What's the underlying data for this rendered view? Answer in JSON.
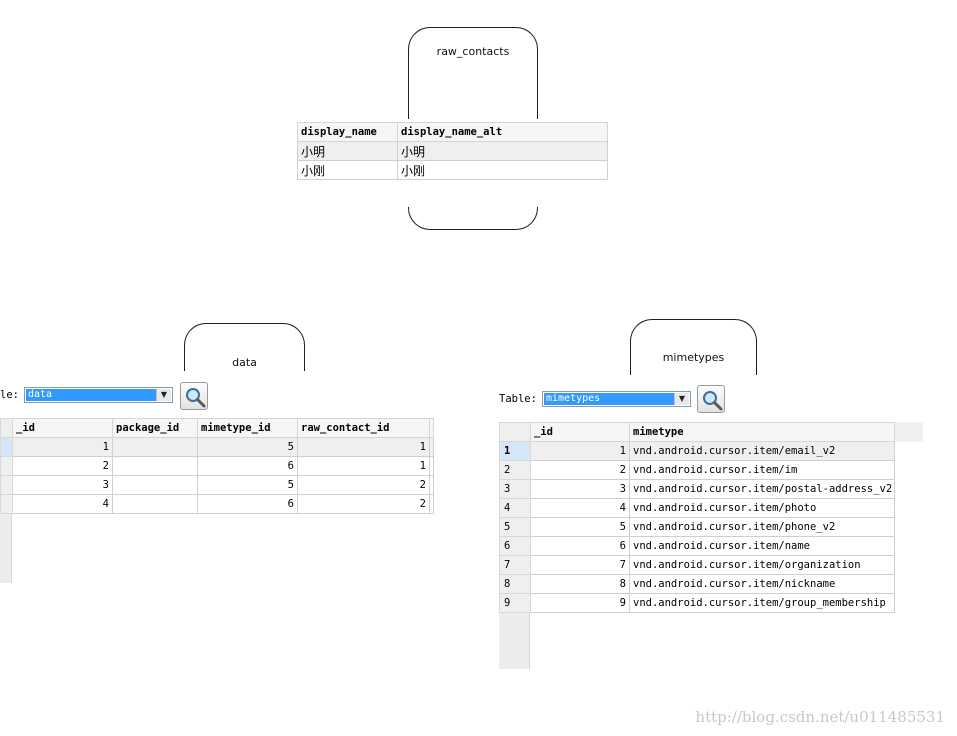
{
  "raw_contacts": {
    "title": "raw_contacts",
    "columns": [
      "display_name",
      "display_name_alt"
    ],
    "rows": [
      [
        "小明",
        "小明"
      ],
      [
        "小刚",
        "小刚"
      ]
    ]
  },
  "data_table": {
    "title": "data",
    "table_label": "le:",
    "selected_table": "data",
    "columns": [
      "_id",
      "package_id",
      "mimetype_id",
      "raw_contact_id"
    ],
    "rows": [
      [
        "1",
        "",
        "5",
        "1"
      ],
      [
        "2",
        "",
        "6",
        "1"
      ],
      [
        "3",
        "",
        "5",
        "2"
      ],
      [
        "4",
        "",
        "6",
        "2"
      ]
    ]
  },
  "mimetypes_table": {
    "title": "mimetypes",
    "table_label": "Table:",
    "selected_table": "mimetypes",
    "columns": [
      "_id",
      "mimetype"
    ],
    "rows": [
      [
        "1",
        "1",
        "vnd.android.cursor.item/email_v2"
      ],
      [
        "2",
        "2",
        "vnd.android.cursor.item/im"
      ],
      [
        "3",
        "3",
        "vnd.android.cursor.item/postal-address_v2"
      ],
      [
        "4",
        "4",
        "vnd.android.cursor.item/photo"
      ],
      [
        "5",
        "5",
        "vnd.android.cursor.item/phone_v2"
      ],
      [
        "6",
        "6",
        "vnd.android.cursor.item/name"
      ],
      [
        "7",
        "7",
        "vnd.android.cursor.item/organization"
      ],
      [
        "8",
        "8",
        "vnd.android.cursor.item/nickname"
      ],
      [
        "9",
        "9",
        "vnd.android.cursor.item/group_membership"
      ]
    ]
  },
  "icons": {
    "search": "magnifier-icon",
    "dropdown": "chevron-down-icon"
  },
  "colors": {
    "selection_blue": "#3399ff",
    "selected_row_header": "#d4e6f7",
    "grid_border": "#cfcfcf",
    "watermark": "#c8c8c8"
  },
  "watermark": "http://blog.csdn.net/u011485531"
}
